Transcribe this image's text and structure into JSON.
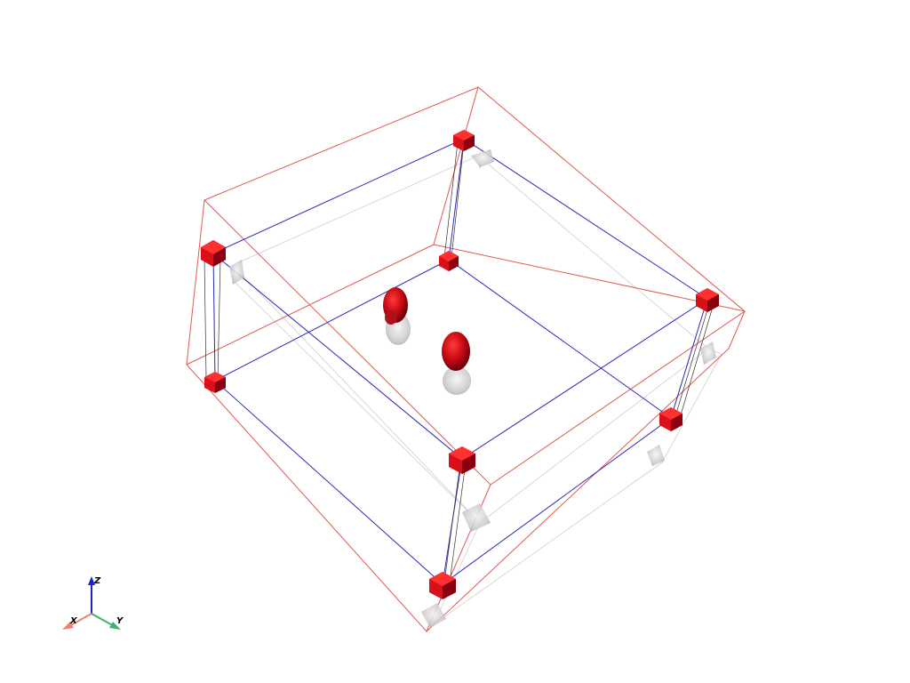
{
  "scene": {
    "colors": {
      "background": "#ffffff",
      "outer_box": "#e05a50",
      "inner_box": "#2a2ab8",
      "shadow_box": "#c8c8c8",
      "blob_red": "#d8101a",
      "blob_dark": "#7a0008",
      "shadow": "#bdbdbd"
    }
  },
  "axes": {
    "z_label": "Z",
    "x_label": "X",
    "y_label": "Y",
    "colors": {
      "x": "#f08070",
      "y": "#40b070",
      "z": "#2020d0"
    }
  }
}
